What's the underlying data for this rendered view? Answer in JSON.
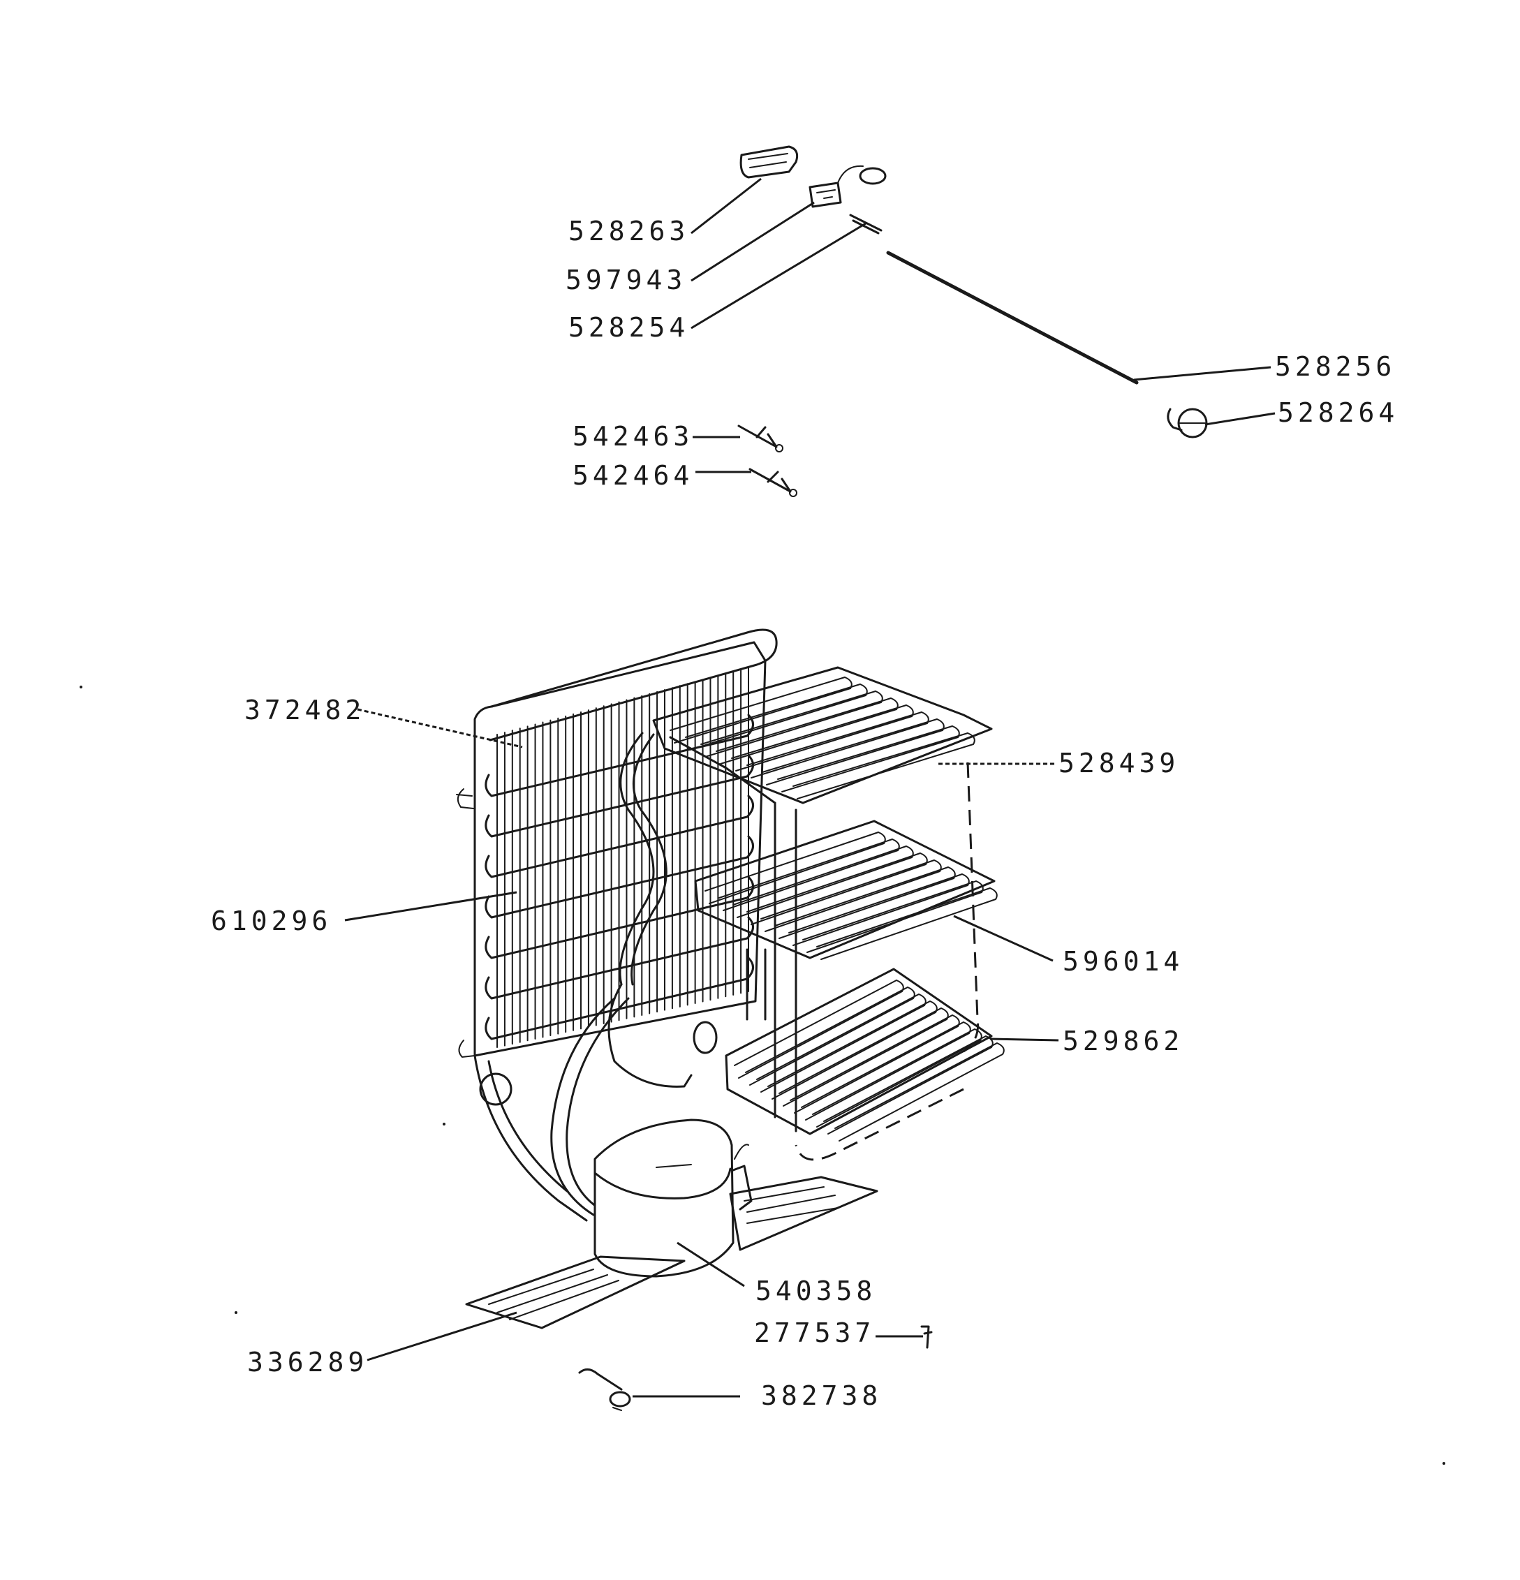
{
  "parts": {
    "p528263": "528263",
    "p597943": "597943",
    "p528254": "528254",
    "p528256": "528256",
    "p528264": "528264",
    "p542463": "542463",
    "p542464": "542464",
    "p372482": "372482",
    "p528439": "528439",
    "p610296": "610296",
    "p596014": "596014",
    "p529862": "529862",
    "p540358": "540358",
    "p277537": "277537",
    "p336289": "336289",
    "p382738": "382738"
  },
  "colors": {
    "ink": "#1a1a1a",
    "paper": "#ffffff"
  }
}
